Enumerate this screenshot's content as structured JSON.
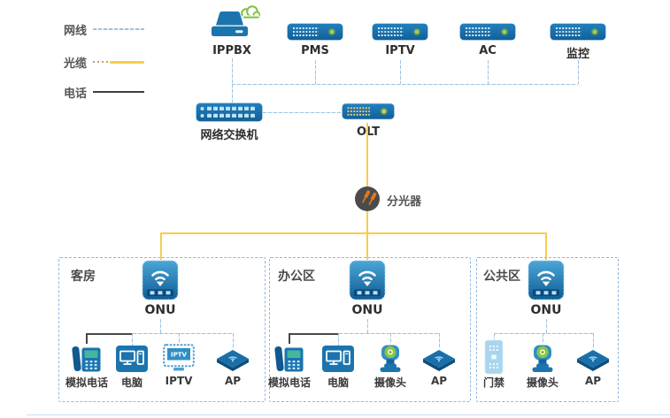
{
  "legend": {
    "items": [
      {
        "label": "网线",
        "type": "network-cable",
        "color": "#9CC3E6"
      },
      {
        "label": "光缆",
        "type": "fiber-cable",
        "color": "#F7CD4B"
      },
      {
        "label": "电话",
        "type": "phone-cable",
        "color": "#3F3F3F"
      }
    ]
  },
  "top_row": {
    "devices": [
      {
        "label": "IPPBX",
        "icon": "ippbx-server-with-cloud"
      },
      {
        "label": "PMS",
        "icon": "rack-server"
      },
      {
        "label": "IPTV",
        "icon": "rack-server"
      },
      {
        "label": "AC",
        "icon": "rack-server"
      },
      {
        "label": "监控",
        "icon": "rack-server"
      }
    ]
  },
  "core": {
    "switch_label": "网络交换机",
    "olt_label": "OLT",
    "splitter_label": "分光器"
  },
  "zones": [
    {
      "name": "客房",
      "onu_label": "ONU",
      "devices": [
        {
          "label": "模拟电话",
          "icon": "analog-phone",
          "cable": "phone"
        },
        {
          "label": "电脑",
          "icon": "computer",
          "cable": "network"
        },
        {
          "label": "IPTV",
          "icon": "iptv-tv",
          "icon_text": "IPTV",
          "cable": "network"
        },
        {
          "label": "AP",
          "icon": "access-point",
          "cable": "network"
        }
      ]
    },
    {
      "name": "办公区",
      "onu_label": "ONU",
      "devices": [
        {
          "label": "模拟电话",
          "icon": "analog-phone",
          "cable": "phone"
        },
        {
          "label": "电脑",
          "icon": "computer",
          "cable": "network"
        },
        {
          "label": "摄像头",
          "icon": "camera",
          "cable": "network"
        },
        {
          "label": "AP",
          "icon": "access-point",
          "cable": "network"
        }
      ]
    },
    {
      "name": "公共区",
      "onu_label": "ONU",
      "devices": [
        {
          "label": "门禁",
          "icon": "door-access-panel",
          "cable": "network"
        },
        {
          "label": "摄像头",
          "icon": "camera",
          "cable": "network"
        },
        {
          "label": "AP",
          "icon": "access-point",
          "cable": "network"
        }
      ]
    }
  ],
  "colors": {
    "device_blue": "#1B74AE",
    "network_line": "#9CC3E6",
    "fiber_line": "#F7CD4B",
    "phone_line": "#474747",
    "zone_border": "#8FB8DC",
    "led_green": "#A8CE3C",
    "cloud_green": "#7DC242",
    "lens_green": "#8DC63F",
    "splitter_gray": "#4B4B4D"
  }
}
